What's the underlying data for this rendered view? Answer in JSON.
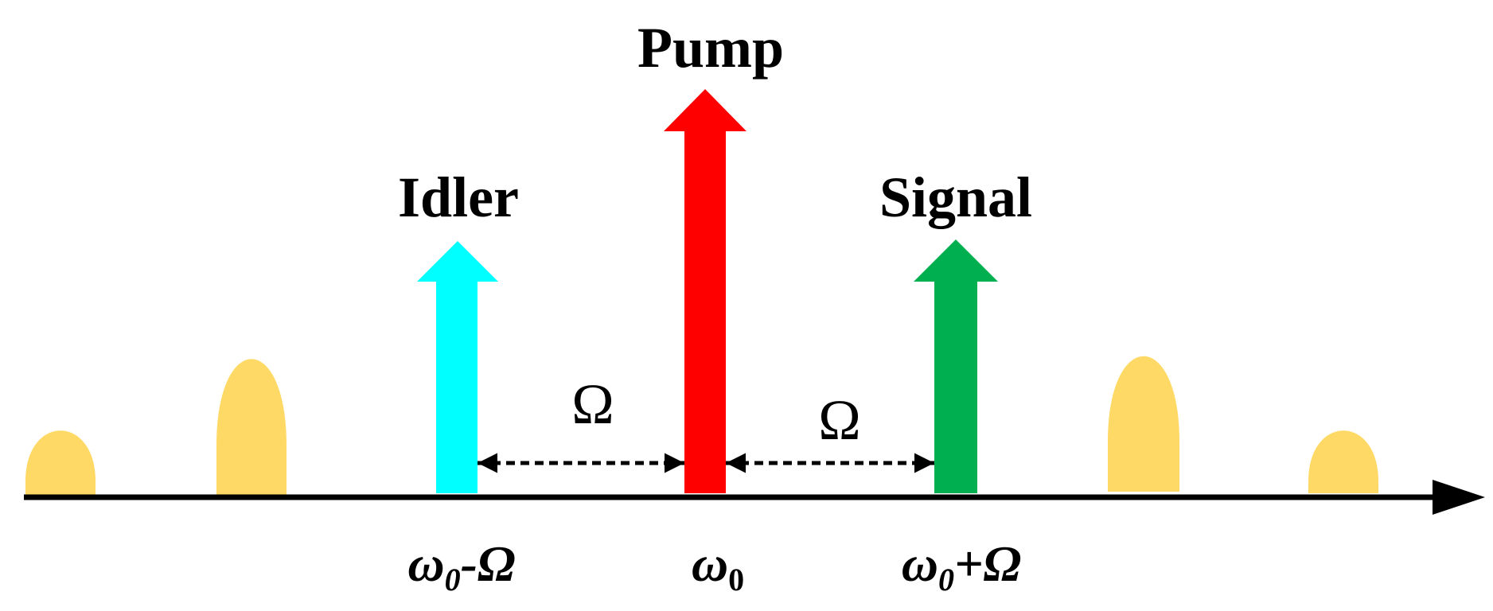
{
  "labels": {
    "pump": "Pump",
    "idler": "Idler",
    "signal": "Signal",
    "omega_left": "Ω",
    "omega_right": "Ω"
  },
  "frequencies": {
    "idler": {
      "omega": "ω",
      "sub": "0",
      "suffix": "-Ω"
    },
    "pump": {
      "omega": "ω",
      "sub": "0",
      "suffix": ""
    },
    "signal": {
      "omega": "ω",
      "sub": "0",
      "suffix": "+Ω"
    }
  },
  "colors": {
    "pump": "#ff0000",
    "idler": "#00ffff",
    "signal": "#00b050",
    "sideband": "#ffd966",
    "axis": "#000000"
  }
}
